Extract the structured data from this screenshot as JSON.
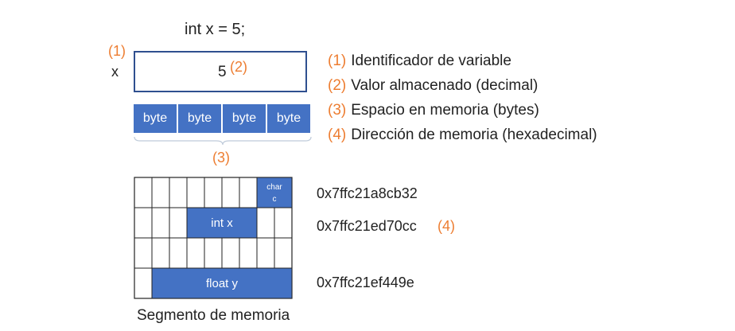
{
  "declaration": "int x = 5;",
  "variable": {
    "name": "x",
    "value": "5"
  },
  "markers": {
    "m1": "(1)",
    "m2": "(2)",
    "m3": "(3)",
    "m4": "(4)"
  },
  "bytes": [
    "byte",
    "byte",
    "byte",
    "byte"
  ],
  "legend": [
    {
      "num": "(1)",
      "text": "Identificador de variable"
    },
    {
      "num": "(2)",
      "text": "Valor almacenado (decimal)"
    },
    {
      "num": "(3)",
      "text": "Espacio en memoria (bytes)"
    },
    {
      "num": "(4)",
      "text": "Dirección de memoria (hexadecimal)"
    }
  ],
  "memory": {
    "blocks": [
      {
        "row": 0,
        "start": 7,
        "span": 2,
        "line1": "char",
        "line2": "c"
      },
      {
        "row": 1,
        "start": 3,
        "span": 4,
        "line1": "int x",
        "line2": ""
      },
      {
        "row": 3,
        "start": 1,
        "span": 8,
        "line1": "float y",
        "line2": ""
      }
    ],
    "addresses": [
      "0x7ffc21a8cb32",
      "0x7ffc21ed70cc",
      "0x7ffc21ef449e"
    ],
    "caption": "Segmento de memoria"
  },
  "colors": {
    "accent": "#ED7D31",
    "block": "#4472C4",
    "box_border": "#2F4F8F"
  }
}
